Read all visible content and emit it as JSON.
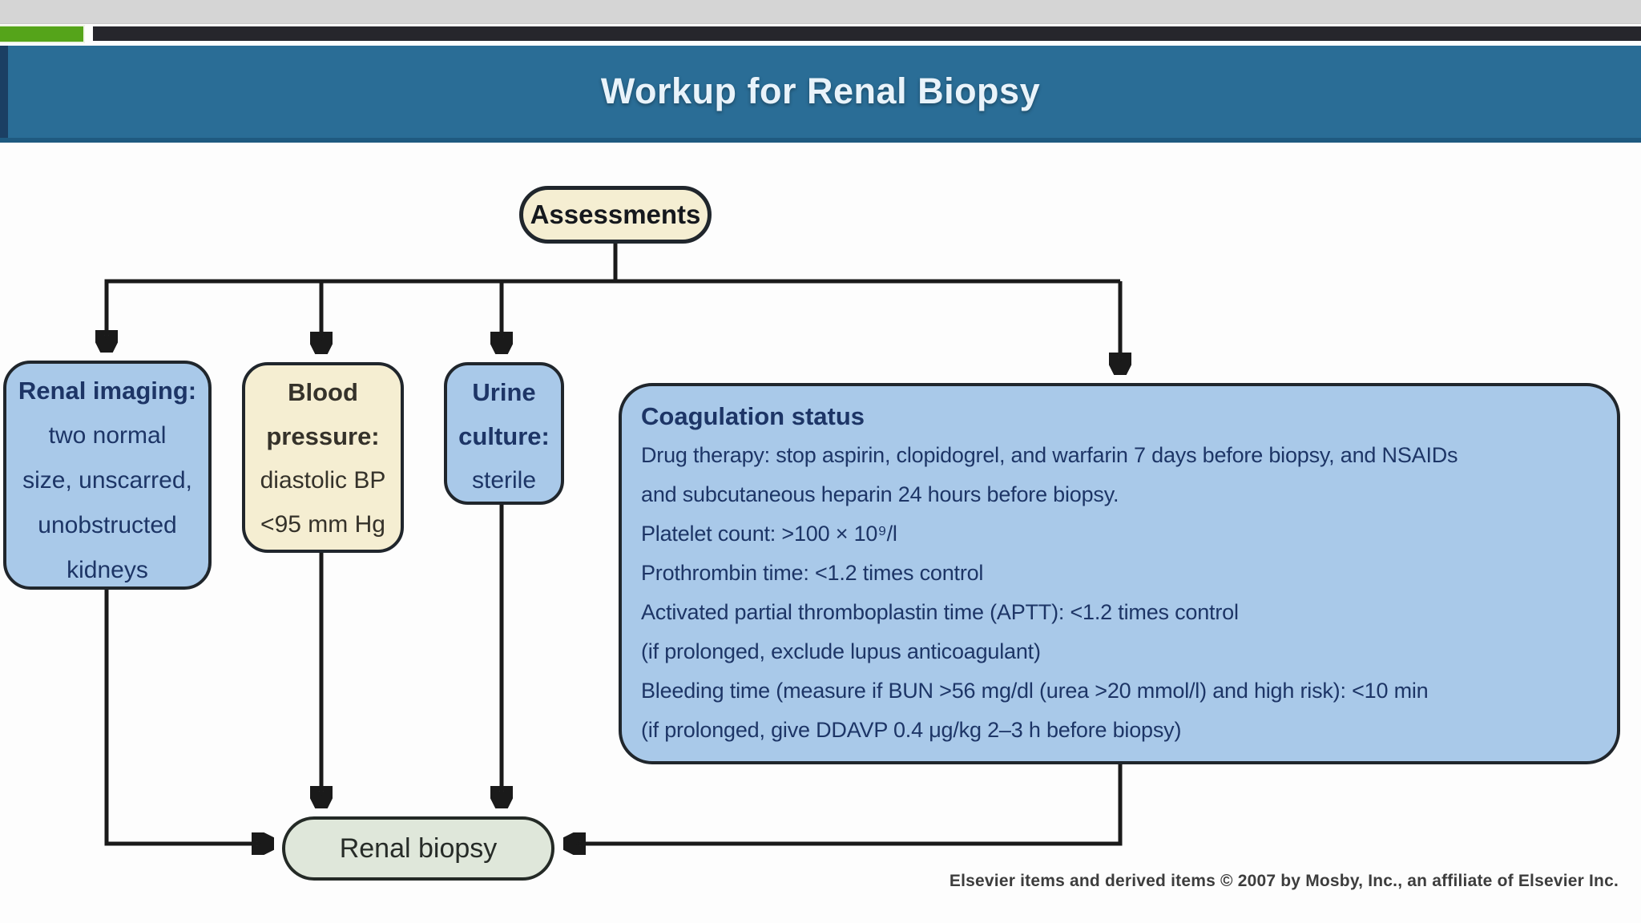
{
  "slide": {
    "title": "Workup for Renal Biopsy",
    "copyright": "Elsevier items and derived items © 2007 by Mosby, Inc., an affiliate of Elsevier Inc."
  },
  "flowchart": {
    "root": {
      "label": "Assessments"
    },
    "nodes": {
      "renal_imaging": {
        "heading": "Renal imaging:",
        "body": "two normal\nsize, unscarred,\nunobstructed\nkidneys"
      },
      "blood_pressure": {
        "heading": "Blood\npressure:",
        "body": "diastolic BP\n<95 mm Hg"
      },
      "urine_culture": {
        "heading": "Urine\nculture:",
        "body": "sterile"
      },
      "coagulation": {
        "heading": "Coagulation status",
        "lines": [
          "Drug therapy: stop aspirin, clopidogrel, and warfarin 7 days before biopsy, and NSAIDs",
          "and subcutaneous heparin 24 hours before biopsy.",
          "Platelet count: >100 × 10⁹/l",
          "Prothrombin time: <1.2 times control",
          "Activated partial thromboplastin time (APTT): <1.2 times control",
          "(if prolonged, exclude lupus anticoagulant)",
          "Bleeding time (measure if BUN >56 mg/dl (urea >20 mmol/l) and high risk): <10 min",
          "(if prolonged, give DDAVP 0.4 μg/kg 2–3 h before biopsy)"
        ]
      }
    },
    "terminal": {
      "label": "Renal biopsy"
    }
  },
  "colors": {
    "header_teal": "#2a6d96",
    "accent_green": "#55a41a",
    "accent_dark": "#26262c",
    "box_blue": "#a9c9e9",
    "box_cream": "#f5eed2",
    "box_sage": "#dfe7da",
    "box_text_navy": "#1d3566",
    "connector_dark": "#1a1a1a"
  }
}
